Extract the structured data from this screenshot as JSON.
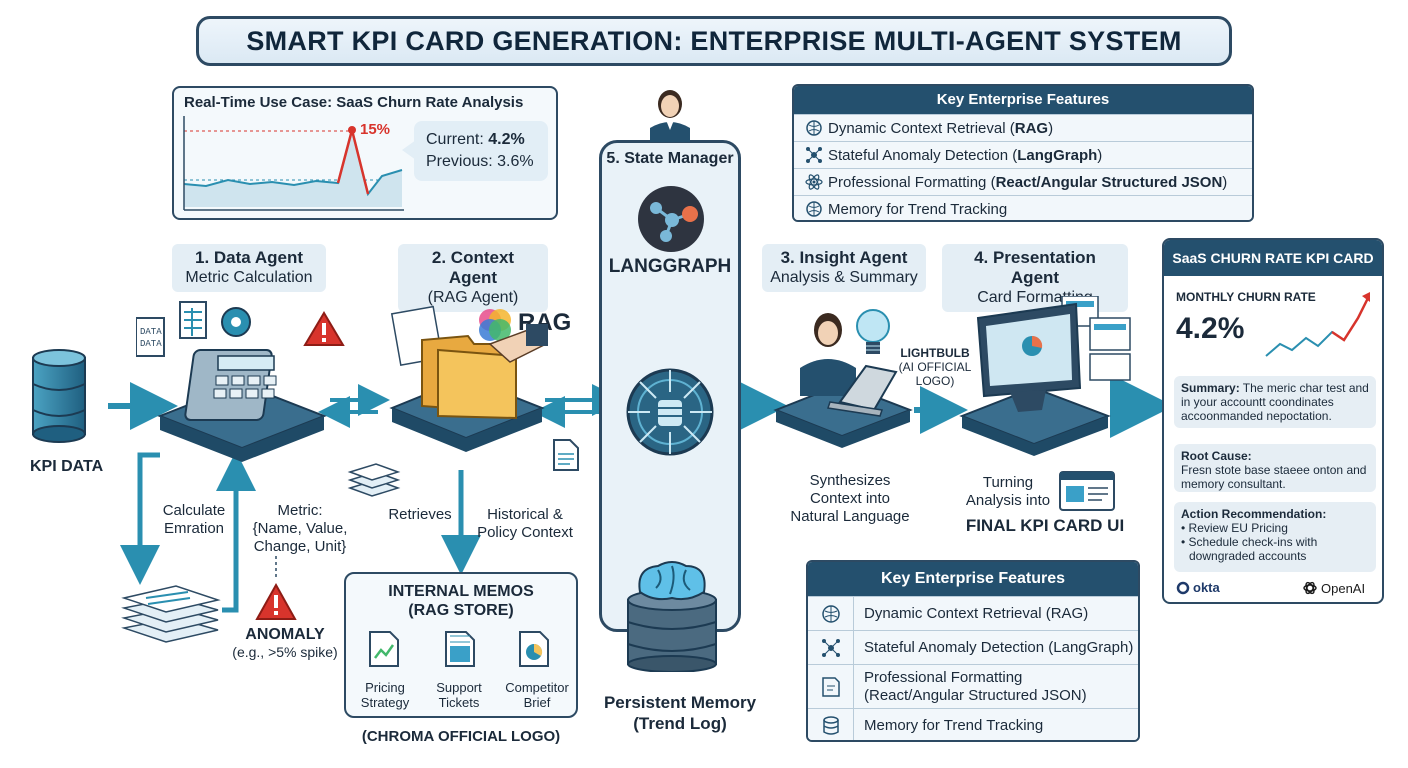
{
  "title": "SMART KPI CARD GENERATION: ENTERPRISE MULTI-AGENT SYSTEM",
  "use_case": {
    "header": "Real-Time Use Case: SaaS Churn Rate Analysis",
    "spike_label": "15%",
    "current_label": "Current:",
    "current_value": "4.2%",
    "previous_label": "Previous:",
    "previous_value": "3.6%"
  },
  "kpi_data_label": "KPI DATA",
  "agents": {
    "data": {
      "title": "1. Data Agent",
      "subtitle": "Metric Calculation"
    },
    "context": {
      "title": "2. Context Agent",
      "subtitle": "(RAG Agent)"
    },
    "state": {
      "title": "5. State Manager",
      "engine": "LANGGRAPH"
    },
    "insight": {
      "title": "3. Insight Agent",
      "subtitle": "Analysis & Summary"
    },
    "presentation": {
      "title": "4. Presentation Agent",
      "subtitle": "Card Formatting"
    }
  },
  "rag_label": "RAG",
  "data_notes": {
    "calc_line1": "Calculate",
    "calc_line2": "Emration",
    "metric_line1": "Metric:",
    "metric_line2": "{Name, Value,",
    "metric_line3": "Change, Unit}",
    "anomaly": "ANOMALY",
    "anomaly_example": "(e.g., >5% spike)"
  },
  "context_notes": {
    "retrieves": "Retrieves",
    "hist_line1": "Historical &",
    "hist_line2": "Policy Context"
  },
  "memos": {
    "title_line1": "INTERNAL MEMOS",
    "title_line2": "(RAG STORE)",
    "items": [
      {
        "line1": "Pricing",
        "line2": "Strategy"
      },
      {
        "line1": "Support",
        "line2": "Tickets"
      },
      {
        "line1": "Competitor",
        "line2": "Brief"
      }
    ],
    "caption": "(CHROMA OFFICIAL LOGO)"
  },
  "memory": {
    "line1": "Persistent Memory",
    "line2": "(Trend Log)"
  },
  "insight_notes": {
    "lightbulb_line1": "LIGHTBULB",
    "lightbulb_line2": "(AI OFFICIAL",
    "lightbulb_line3": "LOGO)",
    "synth_line1": "Synthesizes",
    "synth_line2": "Context into",
    "synth_line3": "Natural Language"
  },
  "presentation_notes": {
    "turn_line1": "Turning",
    "turn_line2": "Analysis into",
    "final": "FINAL KPI CARD UI"
  },
  "features_top": {
    "header": "Key Enterprise Features",
    "rows": [
      {
        "icon": "brain-icon",
        "pre": "Dynamic Context Retrieval (",
        "bold": "RAG",
        "post": ")"
      },
      {
        "icon": "network-icon",
        "pre": "Stateful Anomaly Detection (",
        "bold": "LangGraph",
        "post": ")"
      },
      {
        "icon": "atom-icon",
        "pre": "Professional Formatting (",
        "bold": "React/Angular Structured JSON",
        "post": ")"
      },
      {
        "icon": "brain-icon",
        "pre": "Memory for Trend Tracking",
        "bold": "",
        "post": ""
      }
    ]
  },
  "features_bottom": {
    "header": "Key Enterprise Features",
    "rows": [
      {
        "icon": "brain-icon",
        "line1": "Dynamic Context Retrieval (RAG)",
        "line2": ""
      },
      {
        "icon": "network-icon",
        "line1": "Stateful Anomaly Detection (LangGraph)",
        "line2": ""
      },
      {
        "icon": "document-edit-icon",
        "line1": "Professional Formatting",
        "line2": "(React/Angular Structured JSON)"
      },
      {
        "icon": "database-icon",
        "line1": "Memory for Trend Tracking",
        "line2": ""
      }
    ]
  },
  "kpi_card": {
    "header": "SaaS CHURN RATE KPI CARD",
    "metric_label": "MONTHLY CHURN RATE",
    "metric_value": "4.2%",
    "summary_label": "Summary:",
    "summary_text": " The meric char test and in your accountt coondinates accoonmanded nepoctation.",
    "root_label": "Root Cause:",
    "root_text": "Fresn stote base staeee onton and memory consultant.",
    "action_label": "Action Recommendation:",
    "action_1": "• Review EU Pricing",
    "action_2": "• Schedule check-ins with",
    "action_3": "downgraded accounts",
    "okta": "okta",
    "openai": "OpenAI"
  },
  "colors": {
    "dark": "#24506e",
    "teal": "#2a8fb0",
    "red": "#d8342c",
    "accent_blue": "#3aa0c8"
  }
}
